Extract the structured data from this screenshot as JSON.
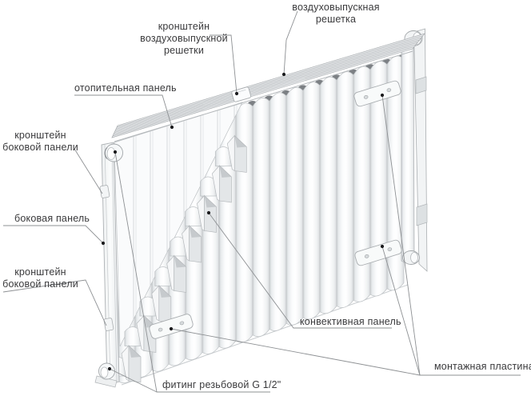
{
  "diagram": {
    "subject": "panel-radiator-parts-diagram",
    "labels": {
      "air_vent_grille": {
        "line1": "воздуховыпускная",
        "line2": "решетка"
      },
      "air_vent_grille_bracket": {
        "line1": "кронштейн",
        "line2": "воздуховыпускной",
        "line3": "решетки"
      },
      "heating_panel": {
        "text": "отопительная панель"
      },
      "side_panel_bracket_top": {
        "line1": "кронштейн",
        "line2": "боковой панели"
      },
      "side_panel": {
        "text": "боковая панель"
      },
      "side_panel_bracket_bottom": {
        "line1": "кронштейн",
        "line2": "боковой панели"
      },
      "threaded_fitting": {
        "text": "фитинг резьбовой G 1/2\""
      },
      "convective_panel": {
        "text": "конвективная панель"
      },
      "mounting_plate": {
        "text": "монтажная пластина"
      }
    },
    "colors": {
      "background": "#ffffff",
      "leader_line": "#8d9093",
      "label_text": "#3a3a3c",
      "outline": "#b0b4b7",
      "shadow_gap": "#7c8084"
    }
  }
}
